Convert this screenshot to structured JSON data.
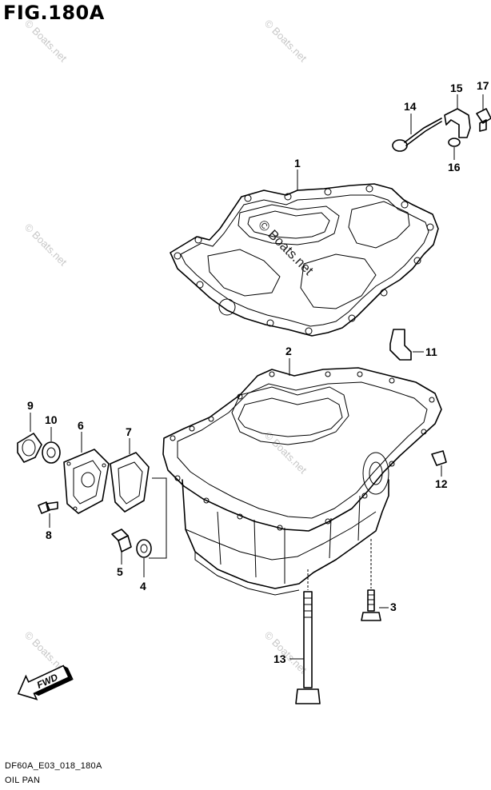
{
  "figure": {
    "title": "FIG.180A",
    "drawing_code": "DF60A_E03_018_180A",
    "section_name": "OIL PAN"
  },
  "watermark": {
    "text": "© Boats.net",
    "color": "#c8c8c8"
  },
  "fwd_arrow": {
    "label": "FWD"
  },
  "callouts": [
    {
      "id": "1",
      "part": "gasket"
    },
    {
      "id": "2",
      "part": "oil pan"
    },
    {
      "id": "3",
      "part": "bolt"
    },
    {
      "id": "4",
      "part": "gasket"
    },
    {
      "id": "5",
      "part": "plug"
    },
    {
      "id": "6",
      "part": "plate"
    },
    {
      "id": "7",
      "part": "gasket"
    },
    {
      "id": "8",
      "part": "bolt"
    },
    {
      "id": "9",
      "part": "plug"
    },
    {
      "id": "10",
      "part": "gasket"
    },
    {
      "id": "11",
      "part": "elbow"
    },
    {
      "id": "12",
      "part": "plug"
    },
    {
      "id": "13",
      "part": "bolt"
    },
    {
      "id": "14",
      "part": "dipstick"
    },
    {
      "id": "15",
      "part": "guide"
    },
    {
      "id": "16",
      "part": "o-ring"
    },
    {
      "id": "17",
      "part": "bolt"
    }
  ]
}
